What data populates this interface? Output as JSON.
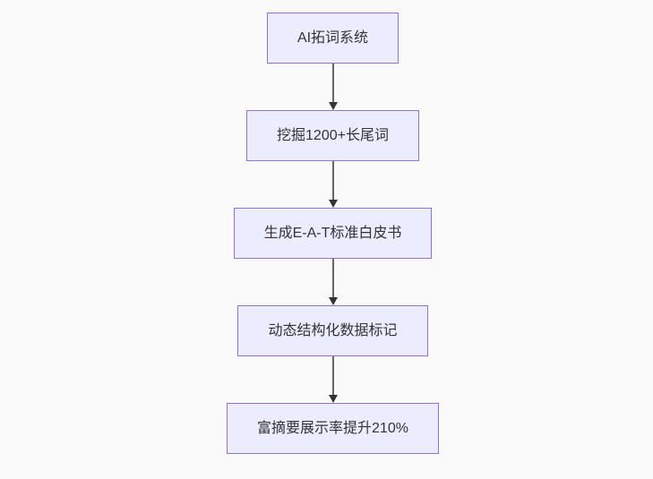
{
  "flowchart": {
    "type": "vertical-flowchart",
    "nodes": [
      {
        "label": "AI拓词系统"
      },
      {
        "label": "挖掘1200+长尾词"
      },
      {
        "label": "生成E-A-T标准白皮书"
      },
      {
        "label": "动态结构化数据标记"
      },
      {
        "label": "富摘要展示率提升210%"
      }
    ],
    "edges": [
      {
        "from": 0,
        "to": 1
      },
      {
        "from": 1,
        "to": 2
      },
      {
        "from": 2,
        "to": 3
      },
      {
        "from": 3,
        "to": 4
      }
    ],
    "colors": {
      "background": "#FAFAFA",
      "node_fill": "#ECECFF",
      "node_border": "#9370DB",
      "text": "#333333",
      "edge_line": "#666666",
      "edge_head": "#333333"
    }
  }
}
